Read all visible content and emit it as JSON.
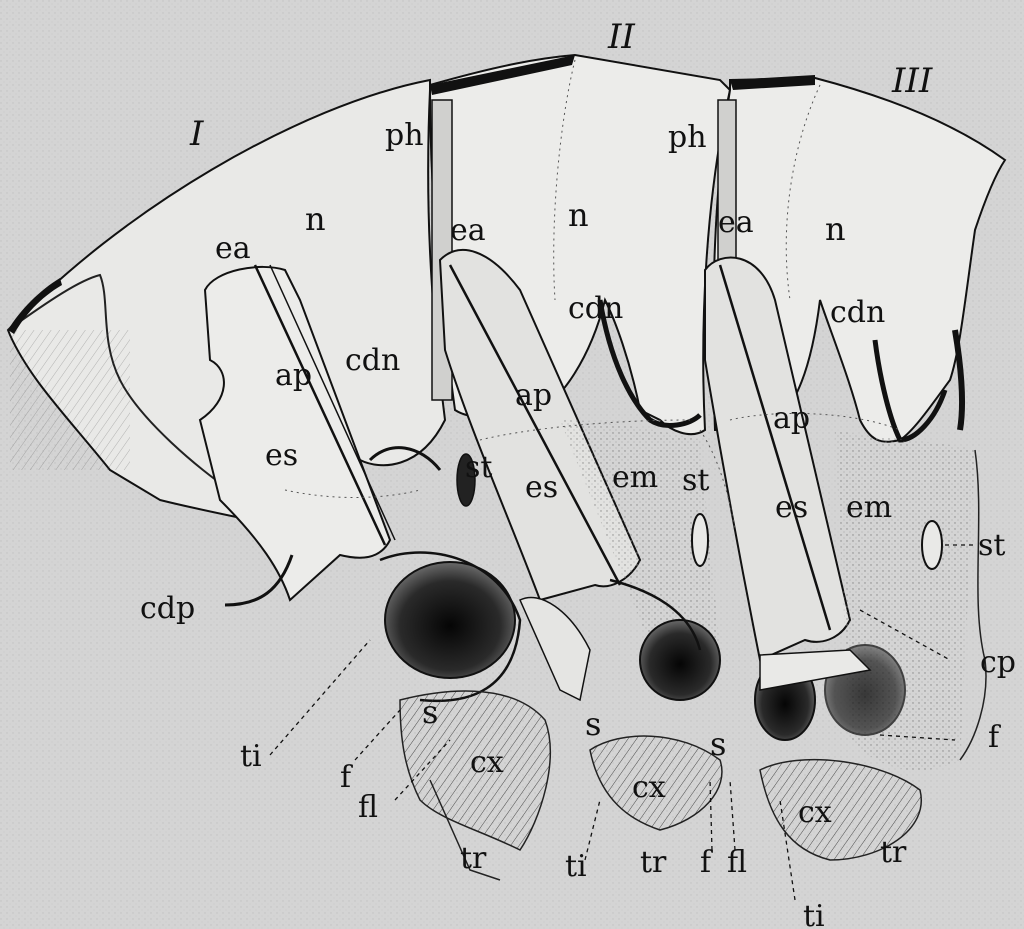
{
  "colors": {
    "background": "#d4d4d4",
    "ink": "#111111",
    "plate_fill": "#e9e9e7",
    "stipple": "#9a9a9a",
    "dark": "#1c1c1c"
  },
  "segments": [
    {
      "id": "seg-1",
      "label": "I"
    },
    {
      "id": "seg-2",
      "label": "II"
    },
    {
      "id": "seg-3",
      "label": "III"
    }
  ],
  "labels": {
    "n1": "n",
    "n2": "n",
    "n3": "n",
    "ph2": "ph",
    "ph3": "ph",
    "ea1": "ea",
    "ea2": "ea",
    "ea3": "ea",
    "ap1": "ap",
    "ap2": "ap",
    "ap3": "ap",
    "cdn1": "cdn",
    "cdn2": "cdn",
    "cdn3": "cdn",
    "es1": "es",
    "es2": "es",
    "es3": "es",
    "em2": "em",
    "em3": "em",
    "st1": "st",
    "st2": "st",
    "st3": "st",
    "cdp": "cdp",
    "ti1": "ti",
    "ti2": "ti",
    "ti3": "ti",
    "s1": "s",
    "s2": "s",
    "s3": "s",
    "f1": "f",
    "f2": "f",
    "f3": "f",
    "fl1": "fl",
    "fl2": "fl",
    "cx1": "cx",
    "cx2": "cx",
    "cx3": "cx",
    "tr1": "tr",
    "tr2": "tr",
    "tr3": "tr",
    "cp": "cp"
  }
}
